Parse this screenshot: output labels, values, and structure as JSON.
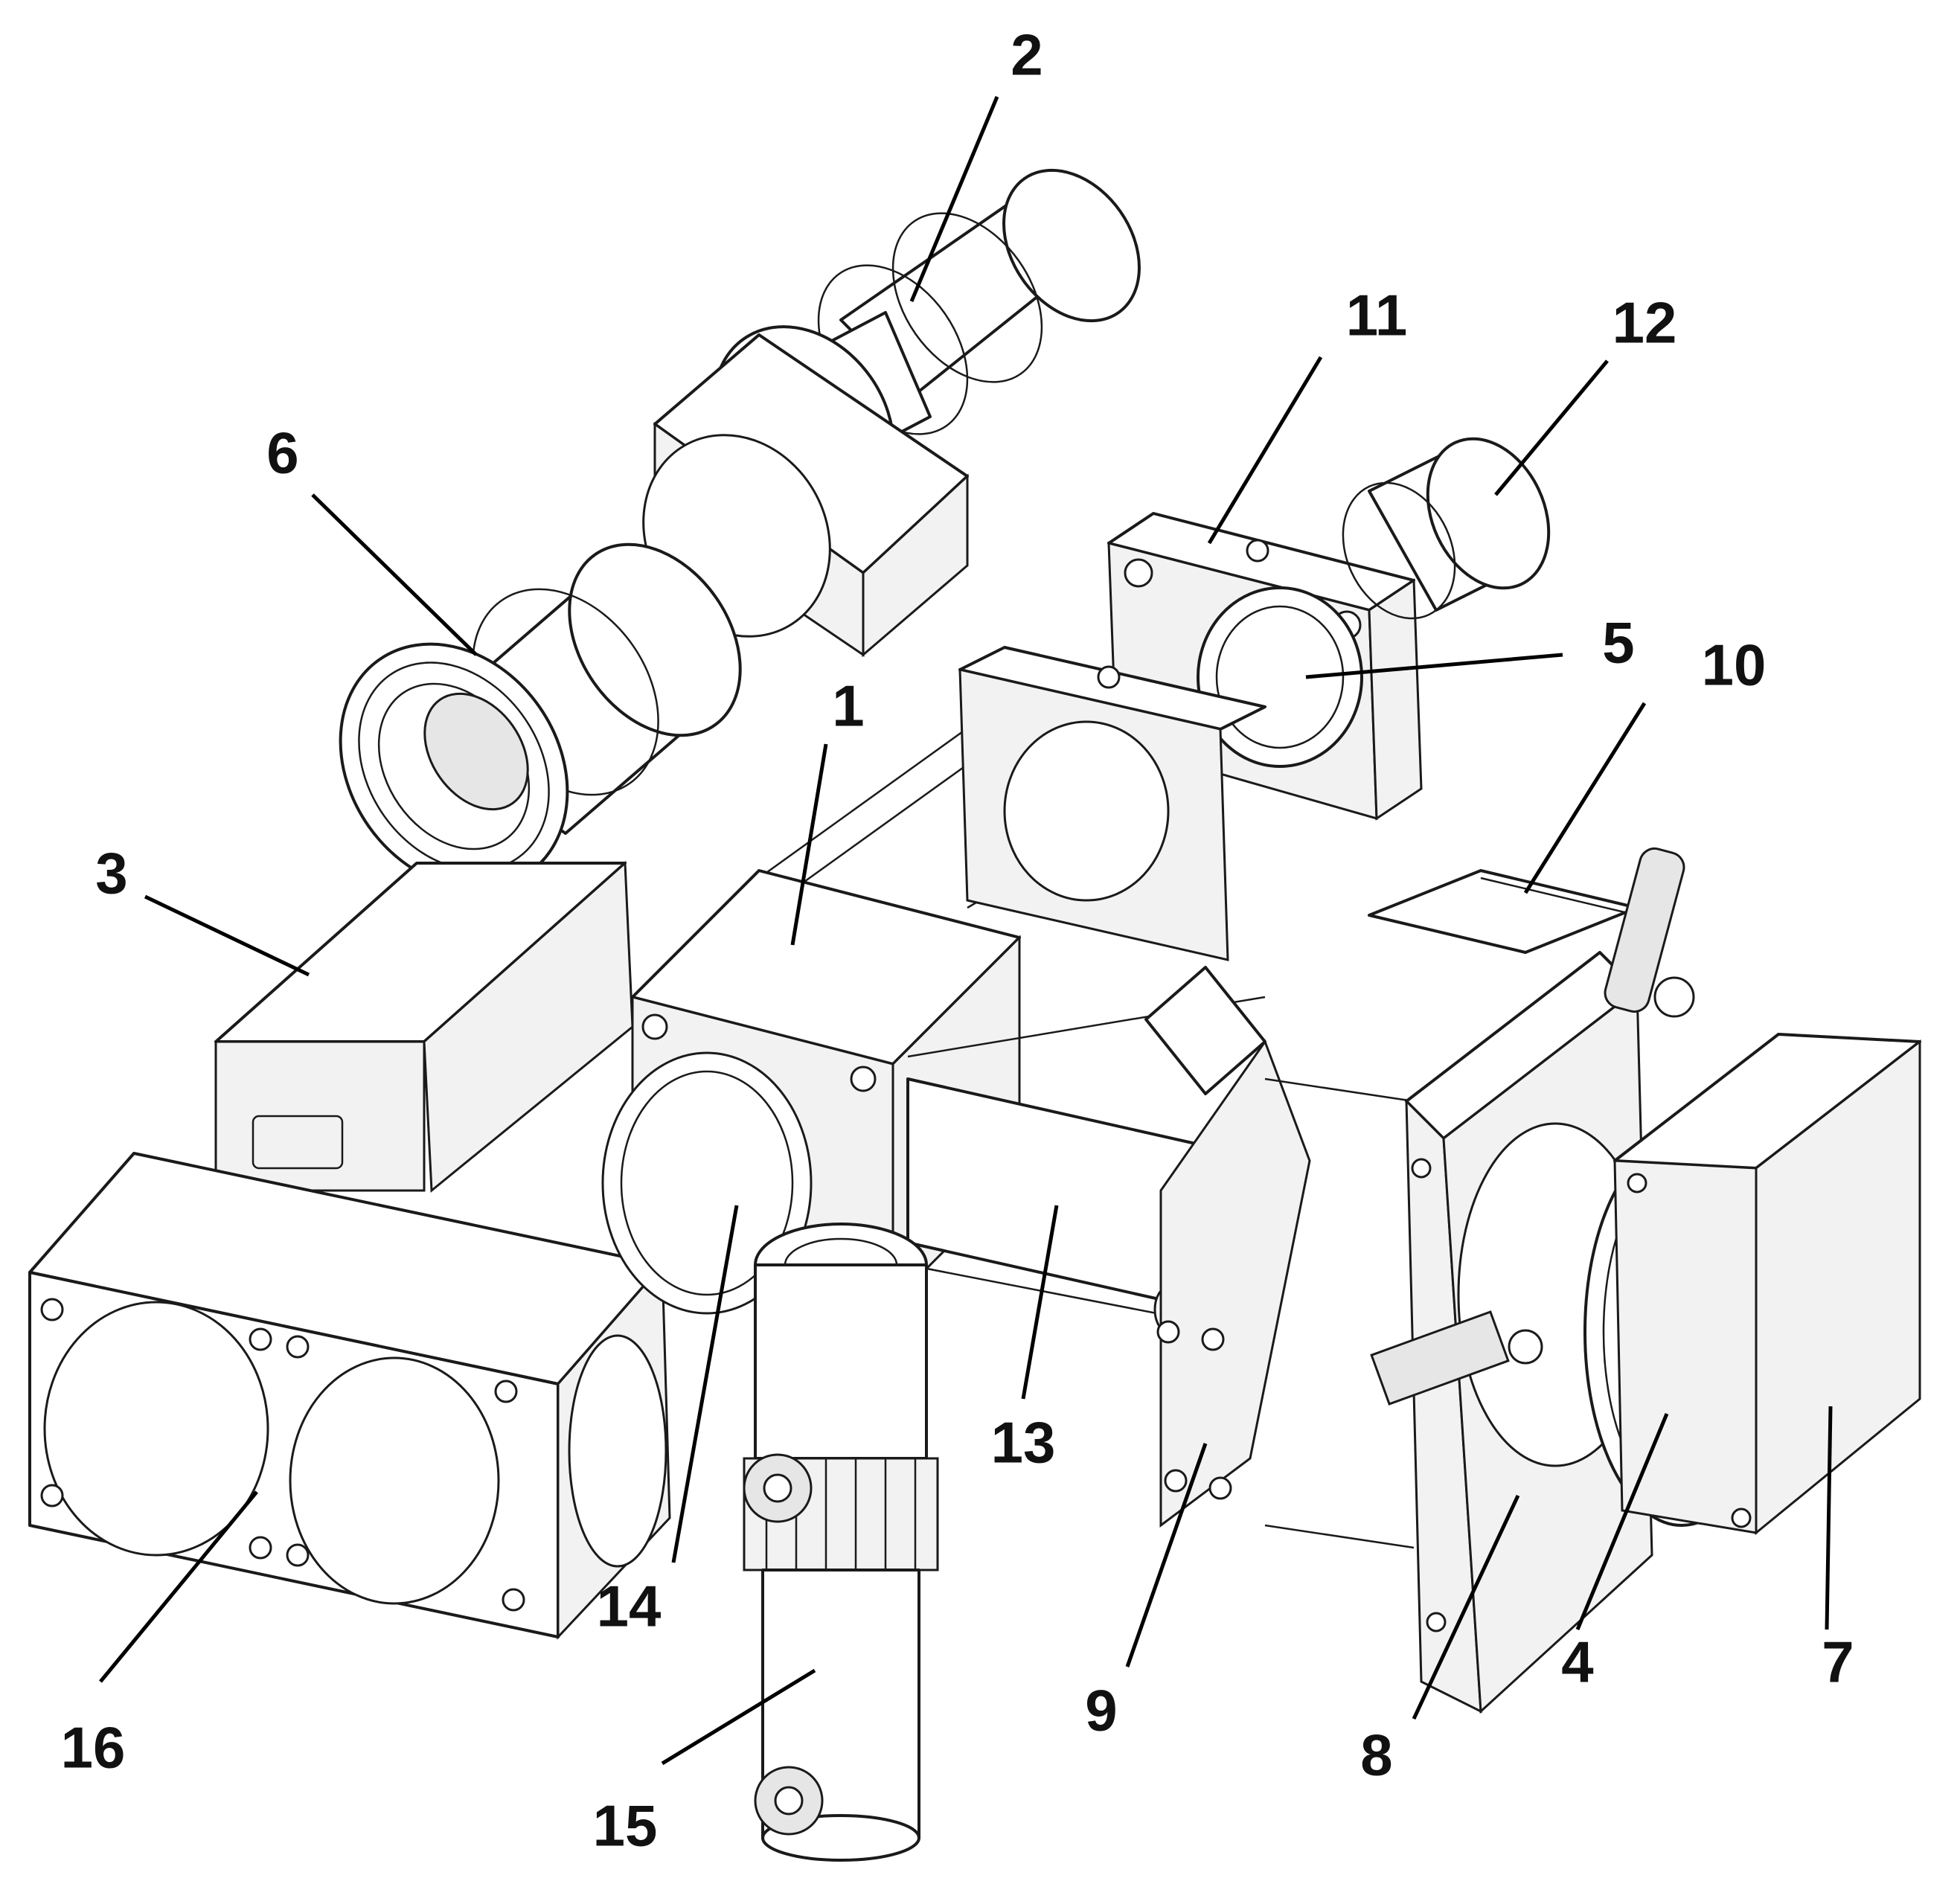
{
  "figure": {
    "type": "exploded-assembly-drawing",
    "line_color": "#1a1a1a",
    "background": "#ffffff"
  },
  "callouts": [
    {
      "id": "1",
      "label": "1"
    },
    {
      "id": "2",
      "label": "2"
    },
    {
      "id": "3",
      "label": "3"
    },
    {
      "id": "4",
      "label": "4"
    },
    {
      "id": "5",
      "label": "5"
    },
    {
      "id": "6",
      "label": "6"
    },
    {
      "id": "7",
      "label": "7"
    },
    {
      "id": "8",
      "label": "8"
    },
    {
      "id": "9",
      "label": "9"
    },
    {
      "id": "10",
      "label": "10"
    },
    {
      "id": "11",
      "label": "11"
    },
    {
      "id": "12",
      "label": "12"
    },
    {
      "id": "13",
      "label": "13"
    },
    {
      "id": "14",
      "label": "14"
    },
    {
      "id": "15",
      "label": "15"
    },
    {
      "id": "16",
      "label": "16"
    }
  ]
}
